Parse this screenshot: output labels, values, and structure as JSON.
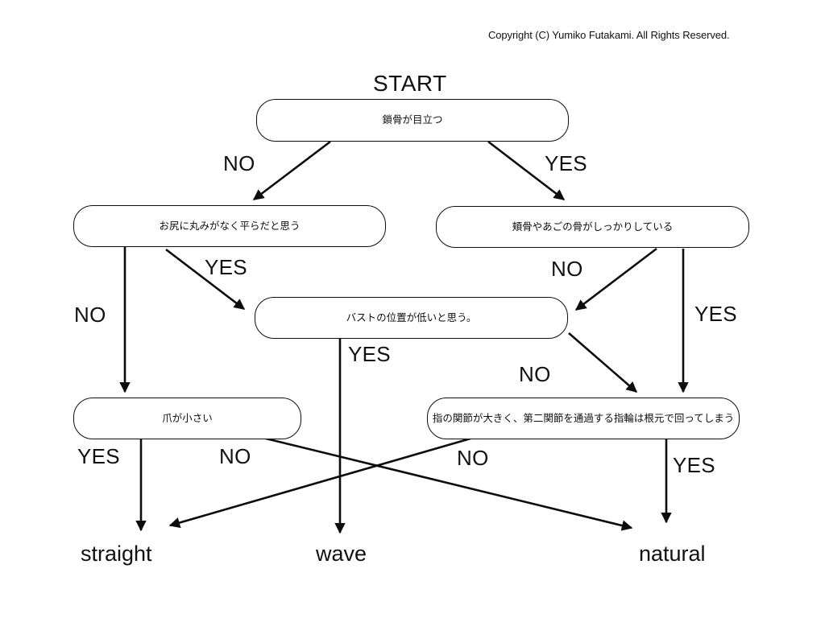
{
  "page": {
    "copyright": "Copyright (C) Yumiko Futakami. All Rights Reserved.",
    "start_label": "START",
    "background_color": "#ffffff",
    "line_color": "#0d0d0d"
  },
  "nodes": {
    "q1": {
      "text": "鎖骨が目立つ"
    },
    "q2_left": {
      "text": "お尻に丸みがなく平らだと思う"
    },
    "q2_right": {
      "text": "頬骨やあごの骨がしっかりしている"
    },
    "q3_bust": {
      "text": "バストの位置が低いと思う。"
    },
    "q4_nail": {
      "text": "爪が小さい"
    },
    "q4_finger": {
      "text": "指の関節が大きく、第二関節を通過する指輪は根元で回ってしまう"
    }
  },
  "edges": [
    {
      "id": "e1",
      "from": "q1",
      "to": "q2_left",
      "label": "NO"
    },
    {
      "id": "e2",
      "from": "q1",
      "to": "q2_right",
      "label": "YES"
    },
    {
      "id": "e3",
      "from": "q2_left",
      "to": "q4_nail",
      "label": "NO"
    },
    {
      "id": "e4",
      "from": "q2_left",
      "to": "q3_bust",
      "label": "YES"
    },
    {
      "id": "e5",
      "from": "q2_right",
      "to": "q3_bust",
      "label": "NO"
    },
    {
      "id": "e6",
      "from": "q2_right",
      "to": "q4_finger",
      "label": "YES"
    },
    {
      "id": "e7",
      "from": "q3_bust",
      "to": "wave",
      "label": "YES"
    },
    {
      "id": "e8",
      "from": "q3_bust",
      "to": "q4_finger",
      "label": "NO"
    },
    {
      "id": "e9",
      "from": "q4_nail",
      "to": "straight",
      "label": "YES"
    },
    {
      "id": "e10",
      "from": "q4_nail",
      "to": "natural",
      "label": "NO"
    },
    {
      "id": "e11",
      "from": "q4_finger",
      "to": "straight",
      "label": "NO"
    },
    {
      "id": "e12",
      "from": "q4_finger",
      "to": "natural",
      "label": "YES"
    }
  ],
  "results": {
    "straight": "straight",
    "wave": "wave",
    "natural": "natural"
  }
}
